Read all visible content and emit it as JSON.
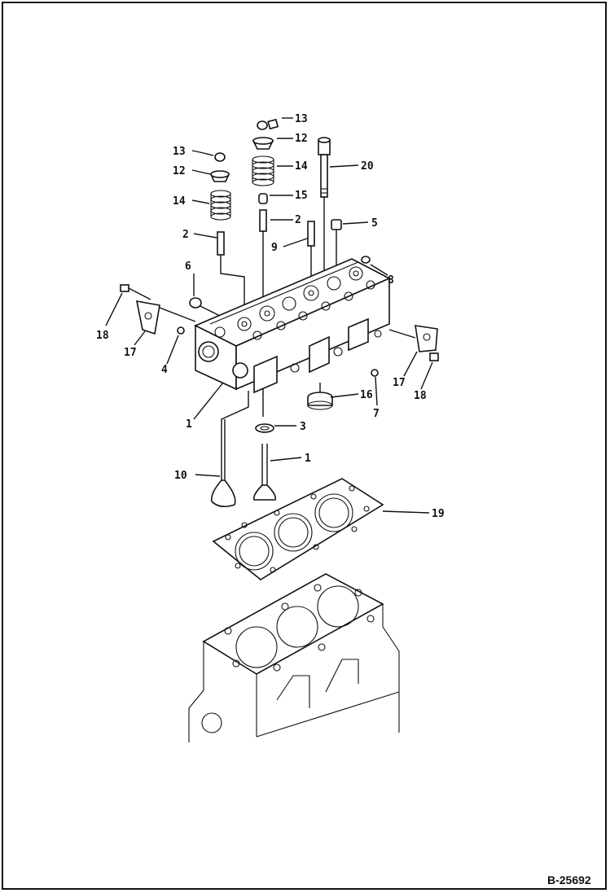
{
  "figure_number": "B-25692",
  "callouts": [
    {
      "id": "c13a",
      "text": "13"
    },
    {
      "id": "c12a",
      "text": "12"
    },
    {
      "id": "c14a",
      "text": "14"
    },
    {
      "id": "c15",
      "text": "15"
    },
    {
      "id": "c2a",
      "text": "2"
    },
    {
      "id": "c20",
      "text": "20"
    },
    {
      "id": "c13b",
      "text": "13"
    },
    {
      "id": "c12b",
      "text": "12"
    },
    {
      "id": "c14b",
      "text": "14"
    },
    {
      "id": "c2b",
      "text": "2"
    },
    {
      "id": "c9",
      "text": "9"
    },
    {
      "id": "c5",
      "text": "5"
    },
    {
      "id": "c6",
      "text": "6"
    },
    {
      "id": "c8",
      "text": "8"
    },
    {
      "id": "c18a",
      "text": "18"
    },
    {
      "id": "c17a",
      "text": "17"
    },
    {
      "id": "c4",
      "text": "4"
    },
    {
      "id": "c17b",
      "text": "17"
    },
    {
      "id": "c18b",
      "text": "18"
    },
    {
      "id": "c1a",
      "text": "1"
    },
    {
      "id": "c16",
      "text": "16"
    },
    {
      "id": "c7",
      "text": "7"
    },
    {
      "id": "c3",
      "text": "3"
    },
    {
      "id": "c1b",
      "text": "1"
    },
    {
      "id": "c10",
      "text": "10"
    },
    {
      "id": "c19",
      "text": "19"
    }
  ]
}
